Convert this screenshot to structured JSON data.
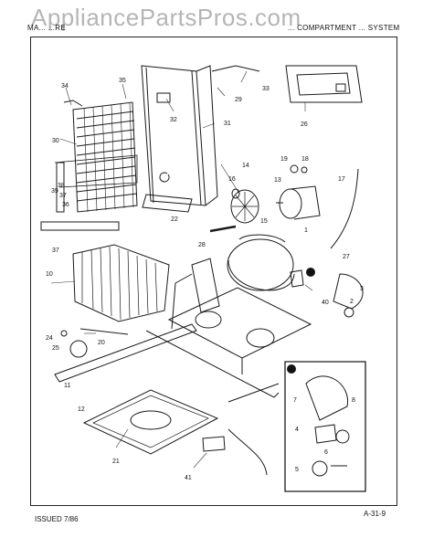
{
  "watermark": "AppliancePartsPros.com",
  "header": {
    "left": "MA... ...RE",
    "right": "... COMPARTMENT ... SYSTEM"
  },
  "footer": {
    "issued": "ISSUED 7/86",
    "page": "A-31-9"
  },
  "callouts": {
    "c1": "1",
    "c2": "2",
    "c3": "3",
    "c4": "4",
    "c5": "5",
    "c6": "6",
    "c7": "7",
    "c8": "8",
    "c10": "10",
    "c11": "11",
    "c12": "12",
    "c13": "13",
    "c14": "14",
    "c15": "15",
    "c16": "16",
    "c17": "17",
    "c18": "18",
    "c19": "19",
    "c20": "20",
    "c21": "21",
    "c22": "22",
    "c24": "24",
    "c25": "25",
    "c26": "26",
    "c27": "27",
    "c28": "28",
    "c29": "29",
    "c30": "30",
    "c31": "31",
    "c32": "32",
    "c33": "33",
    "c34": "34",
    "c35": "35",
    "c36": "36",
    "c37": "37",
    "c37b": "37",
    "c38": "38",
    "c39": "39",
    "c40": "40",
    "c41": "41"
  }
}
